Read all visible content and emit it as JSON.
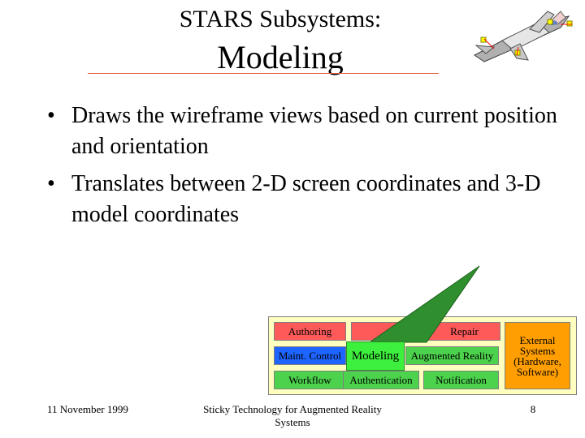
{
  "title": {
    "line1": "STARS Subsystems:",
    "line2": "Modeling"
  },
  "bullets": [
    "Draws the wireframe views based on current position and orientation",
    "Translates between 2-D screen coordinates and 3-D model coordinates"
  ],
  "bullet_glyph": "•",
  "diagram": {
    "row1": [
      "Authoring",
      "",
      "Repair"
    ],
    "row2": [
      "Maint. Control",
      "Modeling",
      "Augmented Reality"
    ],
    "row3": [
      "Workflow",
      "Authentication",
      "Notification"
    ],
    "external": "External Systems (Hardware, Software)",
    "colors": {
      "background": "#ffffc0",
      "red": "#ff5a5a",
      "green": "#4cd24c",
      "blue": "#1e64ff",
      "orange": "#ff9e00",
      "highlight": "#3ef03e",
      "pointer": "#2f8f2f"
    }
  },
  "footer": {
    "date": "11 November 1999",
    "center": "Sticky Technology for Augmented Reality Systems",
    "page": "8"
  },
  "icons": [
    "jet-aircraft-icon"
  ]
}
